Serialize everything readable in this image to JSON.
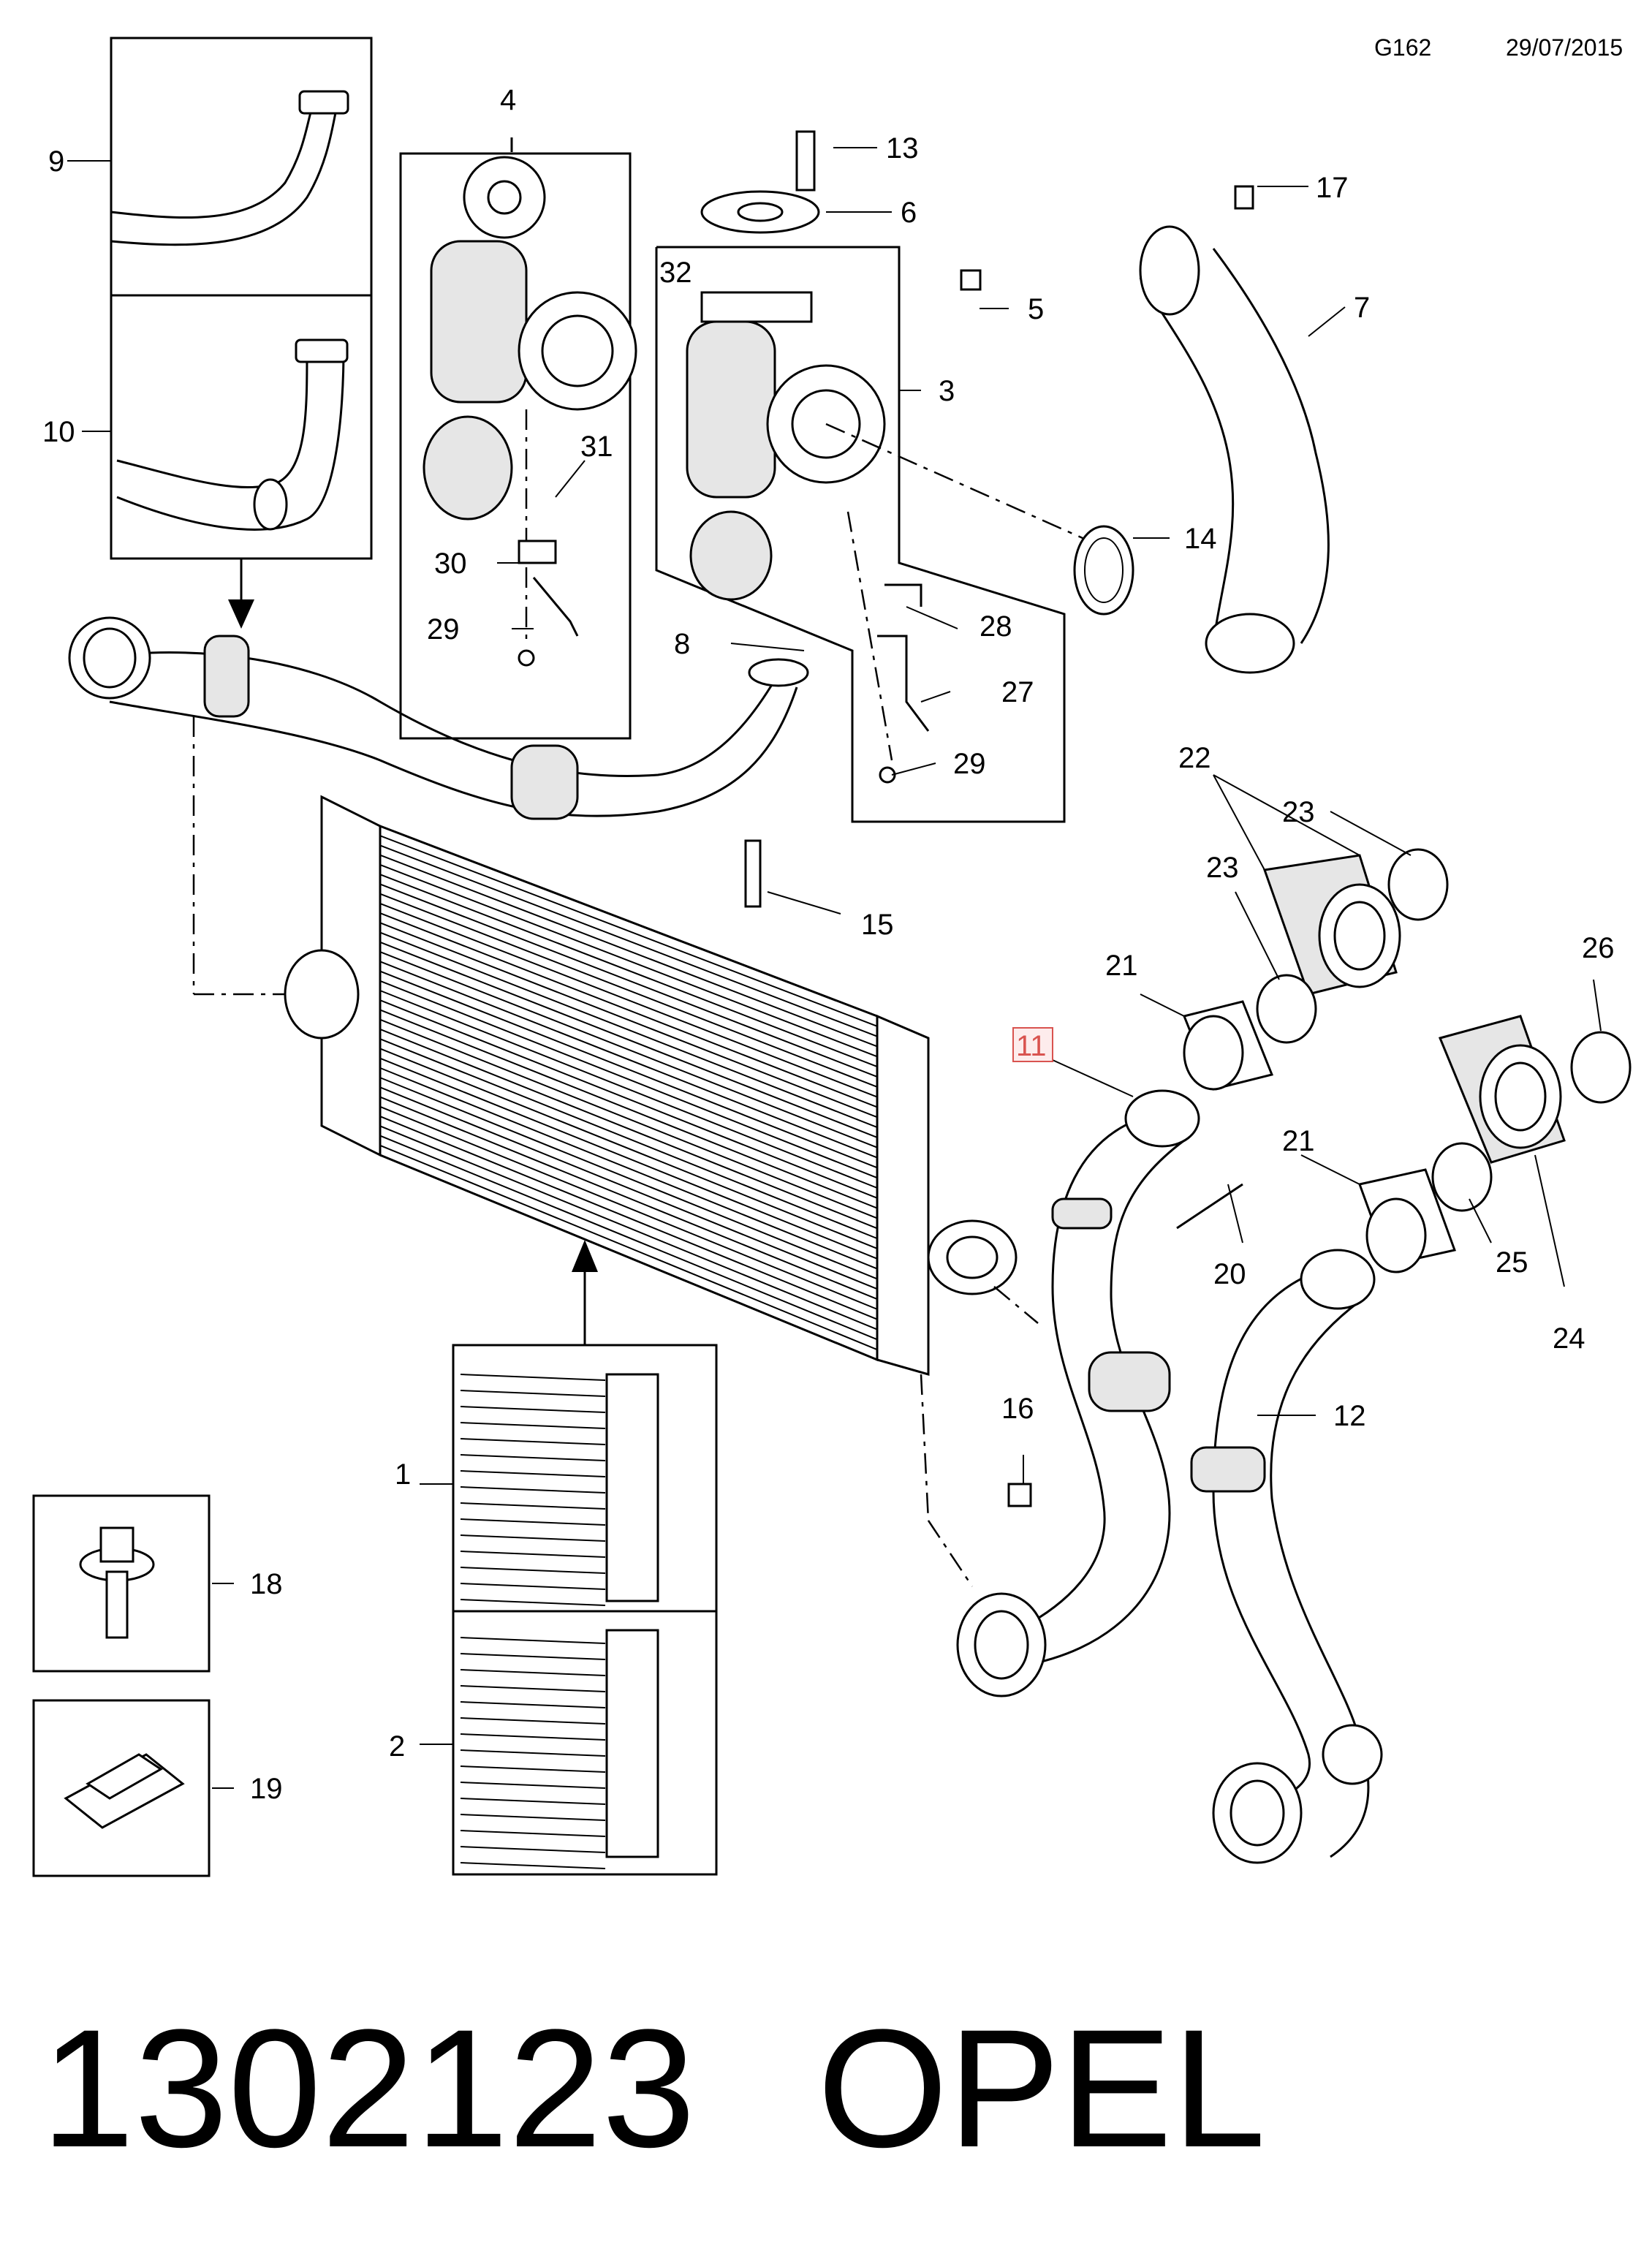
{
  "header": {
    "code": "G162",
    "date": "29/07/2015"
  },
  "footer": {
    "part_number": "1302123",
    "brand": "OPEL"
  },
  "highlight_color": "#d9534f",
  "callouts": [
    {
      "id": "c1",
      "label": "1"
    },
    {
      "id": "c2",
      "label": "2"
    },
    {
      "id": "c3",
      "label": "3"
    },
    {
      "id": "c4",
      "label": "4"
    },
    {
      "id": "c5",
      "label": "5"
    },
    {
      "id": "c6",
      "label": "6"
    },
    {
      "id": "c7",
      "label": "7"
    },
    {
      "id": "c8",
      "label": "8"
    },
    {
      "id": "c9",
      "label": "9"
    },
    {
      "id": "c10",
      "label": "10"
    },
    {
      "id": "c11",
      "label": "11",
      "highlighted": true
    },
    {
      "id": "c12",
      "label": "12"
    },
    {
      "id": "c13",
      "label": "13"
    },
    {
      "id": "c14",
      "label": "14"
    },
    {
      "id": "c15",
      "label": "15"
    },
    {
      "id": "c16",
      "label": "16"
    },
    {
      "id": "c17",
      "label": "17"
    },
    {
      "id": "c18",
      "label": "18"
    },
    {
      "id": "c19",
      "label": "19"
    },
    {
      "id": "c20",
      "label": "20"
    },
    {
      "id": "c21a",
      "label": "21"
    },
    {
      "id": "c21b",
      "label": "21"
    },
    {
      "id": "c22",
      "label": "22"
    },
    {
      "id": "c23a",
      "label": "23"
    },
    {
      "id": "c23b",
      "label": "23"
    },
    {
      "id": "c24",
      "label": "24"
    },
    {
      "id": "c25",
      "label": "25"
    },
    {
      "id": "c26",
      "label": "26"
    },
    {
      "id": "c27",
      "label": "27"
    },
    {
      "id": "c28",
      "label": "28"
    },
    {
      "id": "c29a",
      "label": "29"
    },
    {
      "id": "c29b",
      "label": "29"
    },
    {
      "id": "c30",
      "label": "30"
    },
    {
      "id": "c31",
      "label": "31"
    },
    {
      "id": "c32",
      "label": "32"
    }
  ]
}
